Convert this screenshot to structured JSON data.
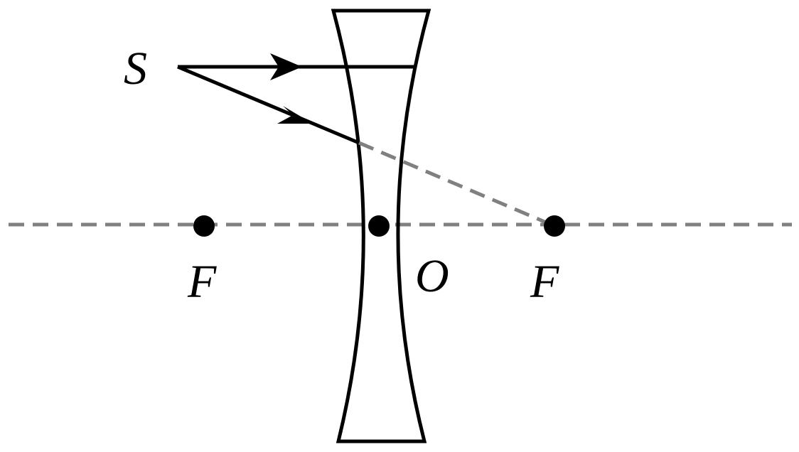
{
  "labels": {
    "source": "S",
    "focus_left": "F",
    "center": "O",
    "focus_right": "F"
  },
  "colors": {
    "line": "#000000",
    "dashed": "#808080",
    "background": "#ffffff"
  }
}
